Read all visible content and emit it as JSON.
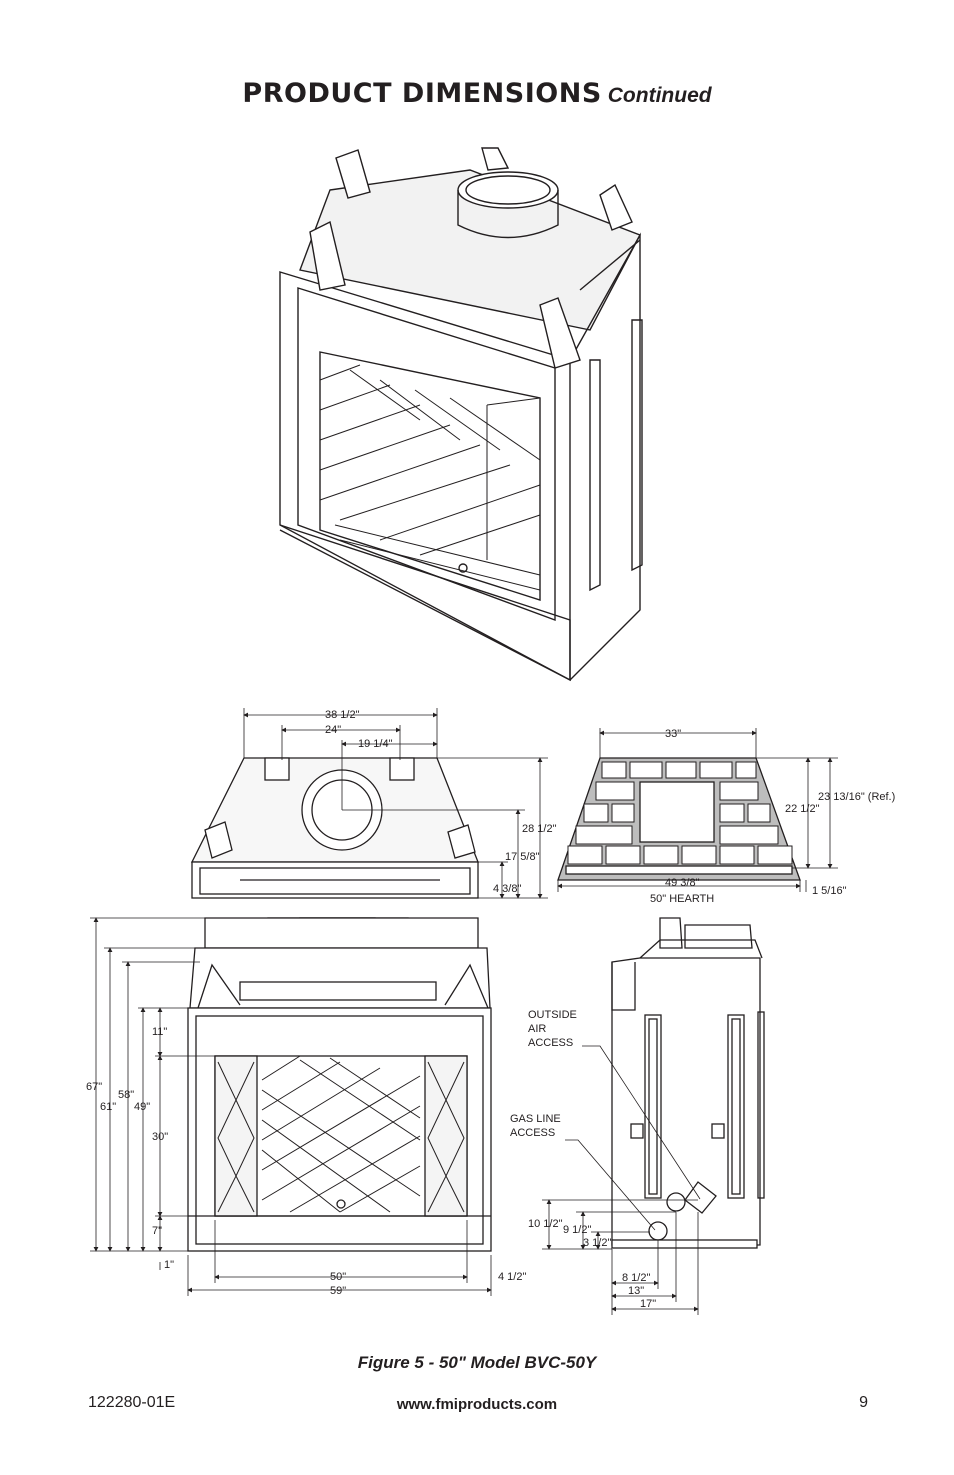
{
  "header": {
    "title": "PRODUCT DIMENSIONS",
    "subtitle": "Continued"
  },
  "top_view": {
    "width_overall": "38 1/2\"",
    "width_inner": "24\"",
    "width_half": "19 1/4\"",
    "depth": "28 1/2\"",
    "depth_flue": "17 5/8\"",
    "front_strip": "4 3/8\""
  },
  "hearth_view": {
    "top_width": "33\"",
    "height": "22 1/2\"",
    "height_ref": "23 13/16\" (Ref.)",
    "bottom_width": "49 3/8\"",
    "hearth_label": "50\" HEARTH",
    "bottom_offset": "1 5/16\""
  },
  "front_view": {
    "overall_height": "67\"",
    "height_61": "61\"",
    "height_58": "58\"",
    "height_49": "49\"",
    "top_11": "11\"",
    "opening_30": "30\"",
    "bottom_7": "7\"",
    "base_1": "1\"",
    "opening_width": "50\"",
    "overall_width": "59\"",
    "side_offset": "4 1/2\""
  },
  "side_view": {
    "outside_air_label": "OUTSIDE AIR ACCESS",
    "gas_line_label": "GAS LINE ACCESS",
    "h_10_5": "10 1/2\"",
    "h_9_5": "9 1/2\"",
    "h_3_5": "3 1/2\"",
    "w_8_5": "8 1/2\"",
    "w_13": "13\"",
    "w_17": "17\""
  },
  "figure_caption": "Figure 5 - 50\" Model BVC-50Y",
  "footer": {
    "doc_number": "122280-01E",
    "website": "www.fmiproducts.com",
    "page_number": "9"
  }
}
